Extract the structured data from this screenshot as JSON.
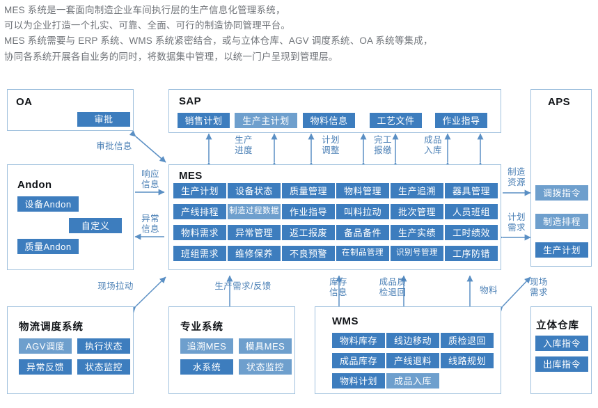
{
  "intro": {
    "text": "MES 系统是一套面向制造企业车间执行层的生产信息化管理系统，\n可以为企业打造一个扎实、可靠、全面、可行的制造协同管理平台。\nMES 系统需要与 ERP 系统、WMS 系统紧密结合，或与立体仓库、AGV 调度系统、OA 系统等集成，\n协同各系统开展各自业务的同时，将数据集中管理，以统一门户呈现到管理层。"
  },
  "colors": {
    "tag_blue": "#3d7dbe",
    "tag_blue_pale": "#6e9fcd",
    "box_border": "#9fc0dd",
    "label_blue": "#4a7fb5",
    "intro_gray": "#6f7378",
    "title_black": "#111418"
  },
  "boxes": {
    "oa": {
      "title": "OA",
      "tags": [
        "审批"
      ]
    },
    "sap": {
      "title": "SAP",
      "tags": [
        "销售计划",
        "生产主计划",
        "物料信息",
        "工艺文件",
        "作业指导"
      ]
    },
    "aps": {
      "title": "APS",
      "tags": [
        "调拨指令",
        "制造排程",
        "生产计划"
      ]
    },
    "andon": {
      "title": "Andon",
      "tags": [
        "设备Andon",
        "自定义",
        "质量Andon"
      ]
    },
    "mes": {
      "title": "MES",
      "tags": [
        "生产计划",
        "设备状态",
        "质量管理",
        "物料管理",
        "生产追溯",
        "器具管理",
        "产线排程",
        "制造过程数据",
        "作业指导",
        "叫料拉动",
        "批次管理",
        "人员班组",
        "物料需求",
        "异常管理",
        "返工报废",
        "备品备件",
        "生产实绩",
        "工时绩效",
        "班组需求",
        "维修保养",
        "不良预警",
        "在制品管理",
        "识别号管理",
        "工序防错"
      ]
    },
    "logistics": {
      "title": "物流调度系统",
      "tags": [
        "AGV调度",
        "执行状态",
        "异常反馈",
        "状态监控"
      ]
    },
    "special": {
      "title": "专业系统",
      "tags": [
        "追溯MES",
        "模具MES",
        "水系统",
        "状态监控"
      ]
    },
    "wms": {
      "title": "WMS",
      "tags": [
        "物料库存",
        "线边移动",
        "质检退回",
        "成品库存",
        "产线退料",
        "线路规划",
        "物料计划",
        "成品入库"
      ]
    },
    "warehouse": {
      "title": "立体仓库",
      "tags": [
        "入库指令",
        "出库指令"
      ]
    }
  },
  "flow_labels": {
    "approval_info": "审批信息",
    "response_info": "响应\n信息",
    "exception_info": "异常\n信息",
    "prod_progress": "生产\n进度",
    "plan_adjust": "计划\n调整",
    "completion_rep": "完工\n报缴",
    "finished_in": "成品\n入库",
    "mfg_resource": "制造\n资源",
    "plan_demand": "计划\n需求",
    "site_pull": "现场拉动",
    "prod_demand_fb": "生产需求/反馈",
    "stock_info": "库存\n信息",
    "fg_qc_return": "成品质\n检退回",
    "material": "物料",
    "site_demand": "现场\n需求"
  }
}
